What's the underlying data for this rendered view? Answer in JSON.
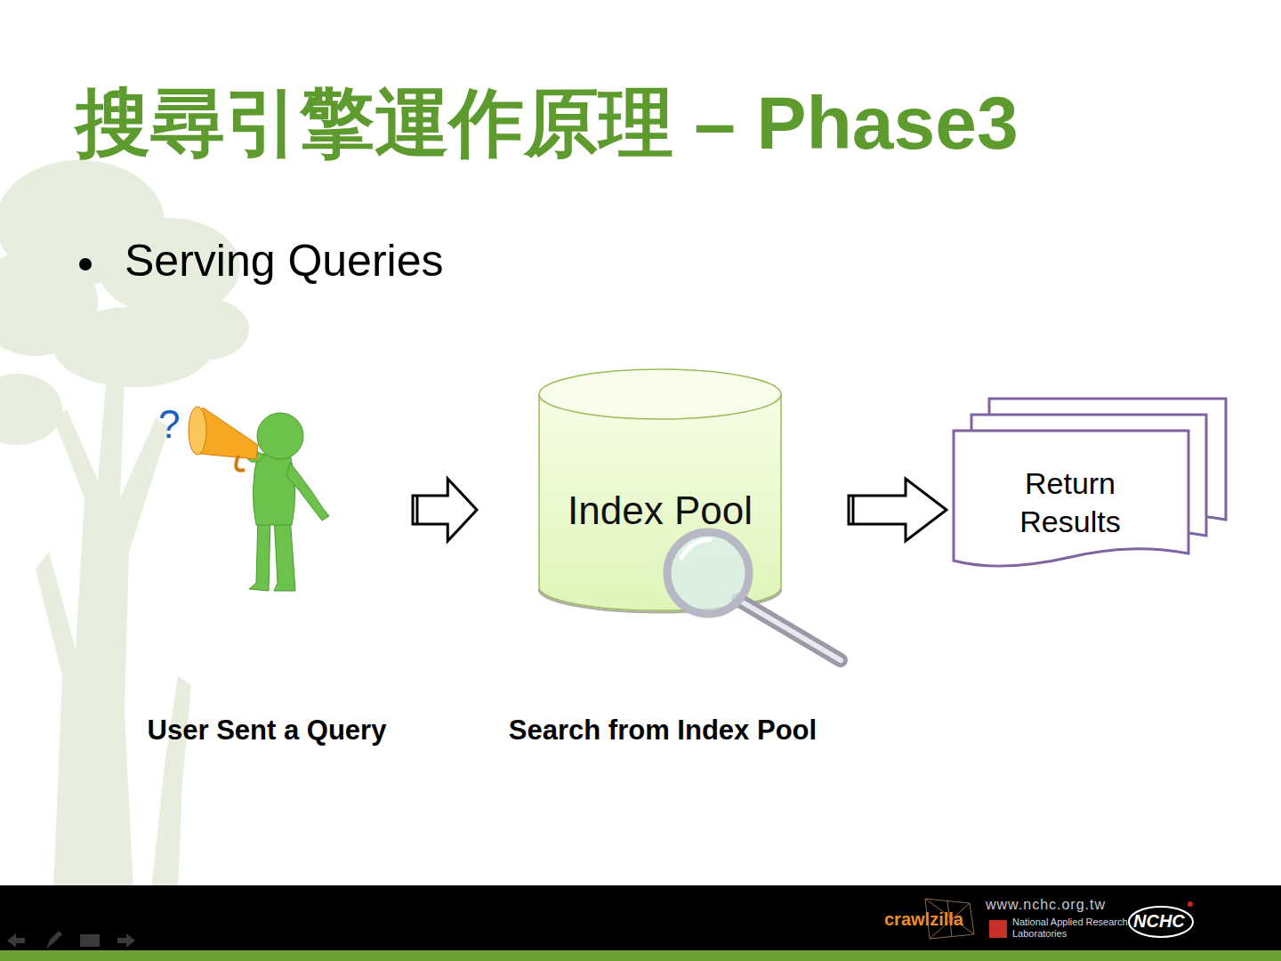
{
  "diagram": {
    "title": "搜尋引擎運作原理 – Phase3",
    "nodes": [
      {
        "text": [
          "User Sent a Query"
        ]
      },
      {
        "text": [
          "Index Pool",
          "Search from Index Pool"
        ]
      },
      {
        "text": [
          "Return Results"
        ]
      }
    ],
    "edges": [
      {
        "from": 0,
        "to": 1,
        "arrow": "to"
      },
      {
        "from": 1,
        "to": 2,
        "arrow": "to"
      }
    ],
    "labels": [
      "Serving Queries",
      "?",
      "crawlzilla",
      "www.nchc.org.tw",
      "National Applied Research Laboratories",
      "NCHC"
    ]
  }
}
